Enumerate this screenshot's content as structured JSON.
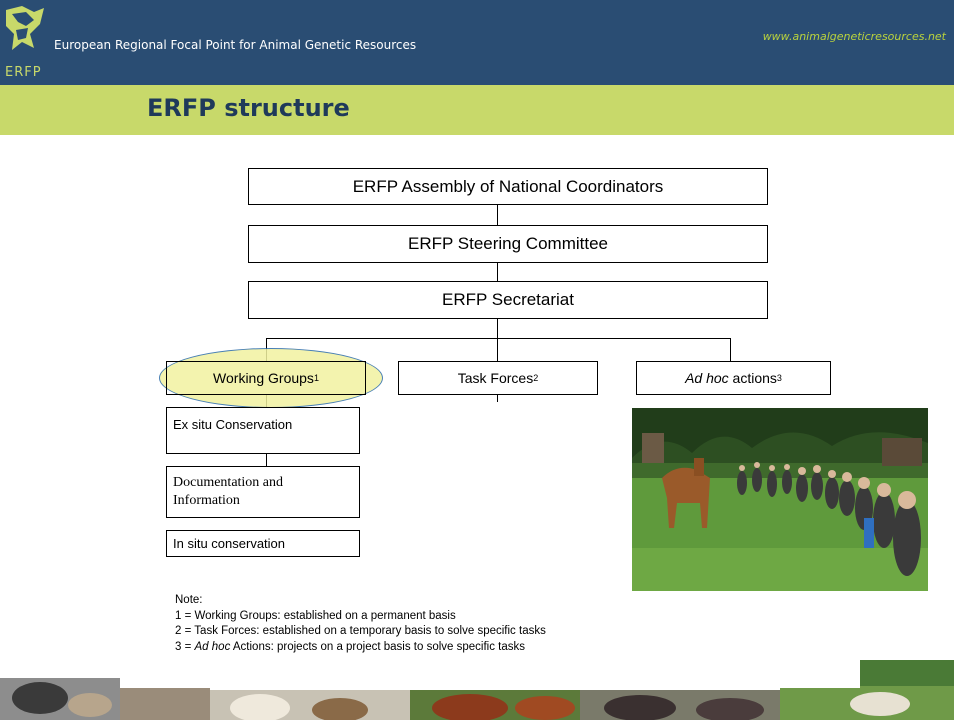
{
  "header": {
    "subtitle": "European Regional Focal Point for Animal Genetic Resources",
    "url": "www.animalgeneticresources.net",
    "logo_text": "ERFP"
  },
  "slide_title": "ERFP structure",
  "org": {
    "assembly": "ERFP Assembly of National Coordinators",
    "steering": "ERFP Steering Committee",
    "secretariat": "ERFP Secretariat",
    "working_groups": {
      "label": "Working Groups",
      "sup": "1"
    },
    "task_forces": {
      "label": "Task Forces",
      "sup": "2"
    },
    "ad_hoc": {
      "italic": "Ad hoc",
      "rest": " actions",
      "sup": "3"
    },
    "wg_items": [
      "Ex situ Conservation",
      "Documentation and Information",
      "In situ conservation"
    ]
  },
  "note": {
    "heading": "Note:",
    "line1": "1 = Working Groups: established on a permanent basis",
    "line2": "2 = Task Forces: established on a temporary basis to solve specific tasks",
    "line3_pre": "3 = ",
    "line3_italic": "Ad hoc",
    "line3_rest": " Actions: projects on a project basis to solve specific tasks"
  },
  "colors": {
    "header_bg": "#2a4d73",
    "title_bar": "#c8d96a",
    "title_text": "#1f3a5a",
    "url_text": "#b9d23d",
    "highlight_fill": "#f2f2a0",
    "highlight_border": "#2a6aa8"
  }
}
